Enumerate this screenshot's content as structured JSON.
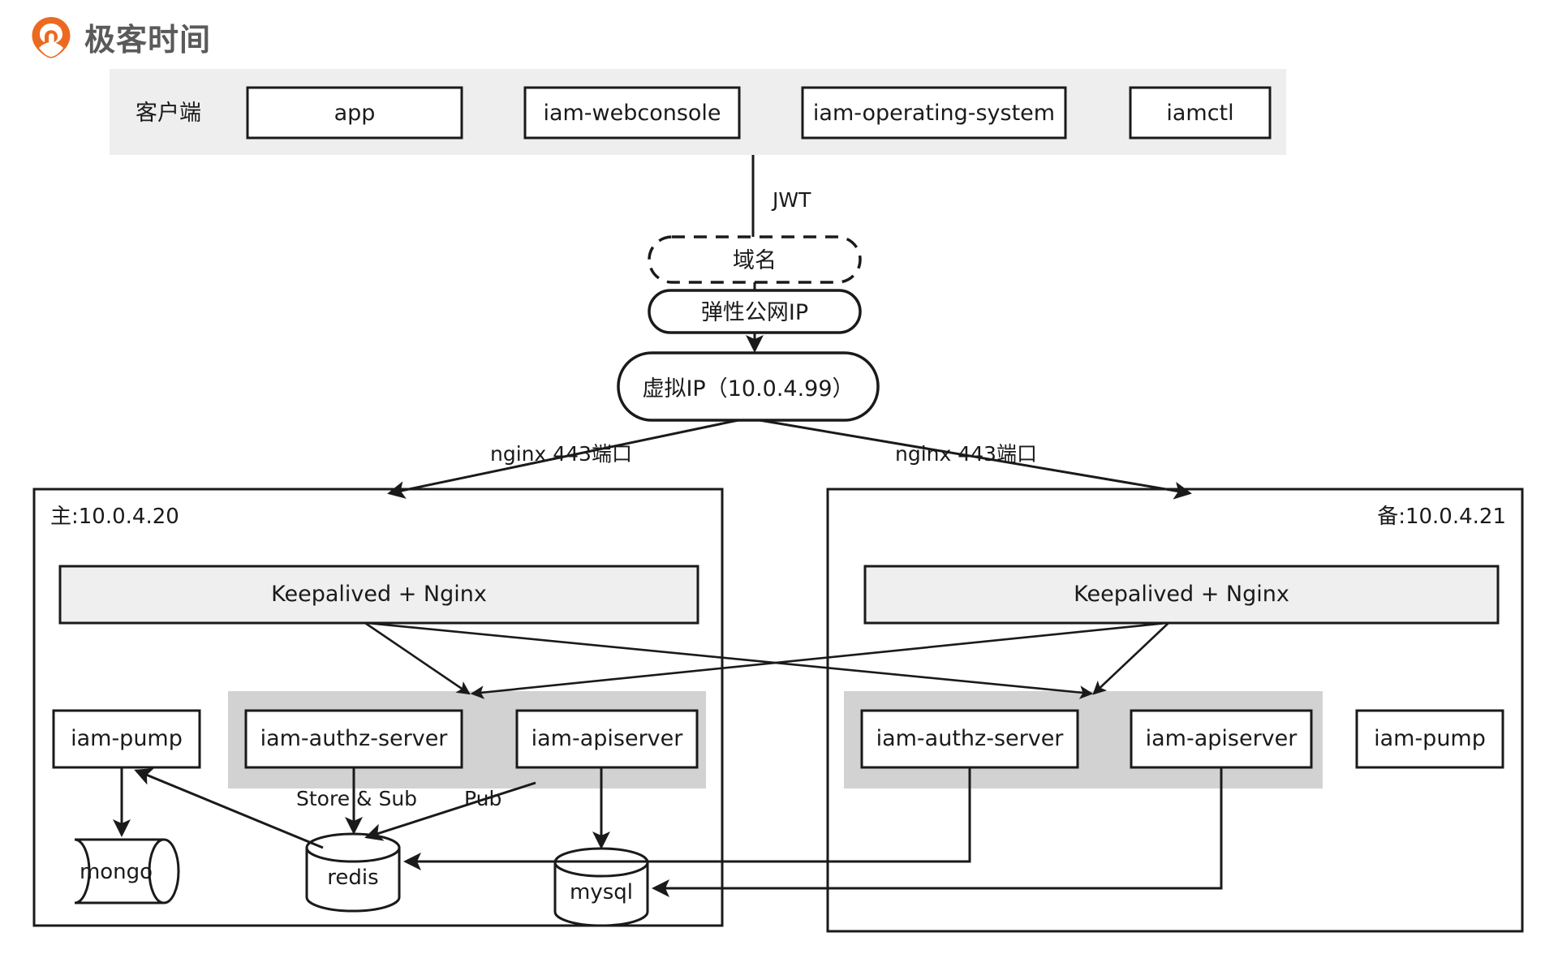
{
  "brand": {
    "name": "极客时间",
    "logo_icon": "geektime-logo-icon",
    "accent_color": "#ec6a20"
  },
  "colors": {
    "band_bg": "#eeeeee",
    "group_band_bg": "#d2d2d2",
    "keepalived_bg": "#efefef",
    "stroke": "#1a1a1a",
    "node_bg": "#ffffff"
  },
  "client_row": {
    "label": "客户端",
    "nodes": [
      {
        "id": "app",
        "label": "app"
      },
      {
        "id": "iam-webconsole",
        "label": "iam-webconsole"
      },
      {
        "id": "iam-operating-system",
        "label": "iam-operating-system"
      },
      {
        "id": "iamctl",
        "label": "iamctl"
      }
    ]
  },
  "entry_chain": {
    "jwt_label": "JWT",
    "domain": {
      "label": "域名",
      "style": "dashed-stadium"
    },
    "public_ip": {
      "label": "弹性公网IP",
      "style": "stadium"
    },
    "virtual_ip": {
      "label": "虚拟IP（10.0.4.99）",
      "style": "stadium"
    }
  },
  "fanout_labels": {
    "left": "nginx 443端口",
    "right": "nginx 443端口"
  },
  "zones": [
    {
      "id": "primary",
      "title": "主:10.0.4.20",
      "title_align": "left",
      "keepalived": {
        "label": "Keepalived + Nginx"
      },
      "services": [
        {
          "id": "iam-pump-left",
          "label": "iam-pump",
          "in_group": false
        },
        {
          "id": "iam-authz-server-left",
          "label": "iam-authz-server",
          "in_group": true
        },
        {
          "id": "iam-apiserver-left",
          "label": "iam-apiserver",
          "in_group": true
        }
      ],
      "datastores": [
        {
          "id": "mongo",
          "label": "mongo",
          "shape": "cylinder-horizontal"
        },
        {
          "id": "redis",
          "label": "redis",
          "shape": "cylinder-vertical"
        },
        {
          "id": "mysql",
          "label": "mysql",
          "shape": "cylinder-vertical"
        }
      ],
      "edge_labels": [
        {
          "id": "store-sub",
          "label": "Store & Sub"
        },
        {
          "id": "pub",
          "label": "Pub"
        }
      ]
    },
    {
      "id": "standby",
      "title": "备:10.0.4.21",
      "title_align": "right",
      "keepalived": {
        "label": "Keepalived  + Nginx"
      },
      "services": [
        {
          "id": "iam-authz-server-right",
          "label": "iam-authz-server",
          "in_group": true
        },
        {
          "id": "iam-apiserver-right",
          "label": "iam-apiserver",
          "in_group": true
        },
        {
          "id": "iam-pump-right",
          "label": "iam-pump",
          "in_group": false
        }
      ],
      "datastores": [],
      "edge_labels": []
    }
  ]
}
